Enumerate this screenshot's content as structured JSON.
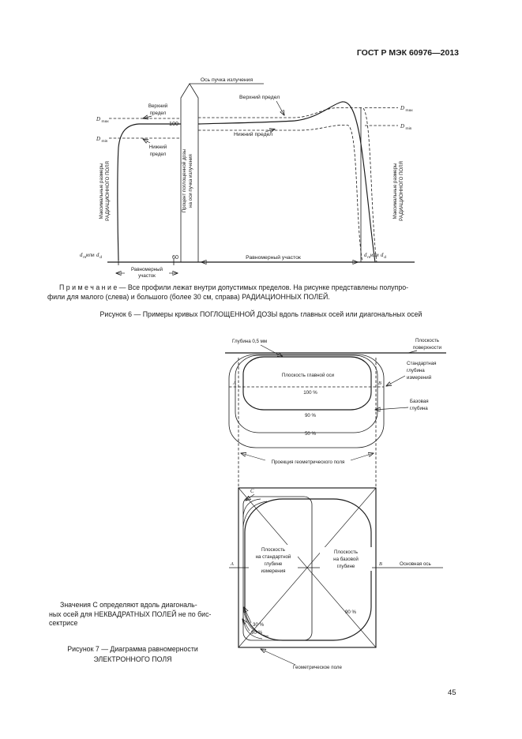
{
  "page": {
    "header": "ГОСТ Р МЭК 60976—2013",
    "number": "45"
  },
  "sym": {
    "D": "D",
    "max": "max",
    "min": "min",
    "d": "d",
    "m": "m",
    "or": "или",
    "A": "A",
    "B": "B",
    "C": "C"
  },
  "fig6": {
    "beam_axis": "Ось пучка излучения",
    "axis_col_1": "Процент поглощенной дозы",
    "axis_col_2": "на оси пучка излучения",
    "v100": "100",
    "v60": "60",
    "upper_limit_1": "Верхний",
    "upper_limit_2": "предел",
    "lower_limit_1": "Нижний",
    "lower_limit_2": "предел",
    "upper_limit": "Верхний предел",
    "lower_limit": "Нижний предел",
    "max_size_1": "Максимальные размеры",
    "max_size_2": "РАДИАЦИОННОГО ПОЛЯ",
    "uniform_1": "Равномерный",
    "uniform_2": "участок",
    "uniform": "Равномерный участок",
    "note_line1": "П р и м е ч а н и е — Все профили лежат внутри допустимых пределов. На рисунке представлены полупро-",
    "note_line2": "фили для малого (слева) и большого (более 30 см, справа) РАДИАЦИОННЫХ ПОЛЕЙ.",
    "caption": "Рисунок  6 — Примеры кривых ПОГЛОЩЕННОЙ ДОЗЫ вдоль главных осей или диагональных осей"
  },
  "fig7": {
    "depth05": "Глубина 0,5 мм",
    "surface_1": "Плоскость",
    "surface_2": "поверхности",
    "std_depth_1": "Стандартная",
    "std_depth_2": "глубина",
    "std_depth_3": "измерений",
    "base_depth_1": "Базовая",
    "base_depth_2": "глубина",
    "main_axis_plane": "Плоскость главной оси",
    "p100": "100 %",
    "p90": "90 %",
    "p50": "50 %",
    "p30": "30 %",
    "projection": "Проекция геометрического поля",
    "std_plane_1": "Плоскость",
    "std_plane_2": "на стандартной",
    "std_plane_3": "глубине",
    "std_plane_4": "измерения",
    "base_plane_1": "Плоскость",
    "base_plane_2": "на базовой",
    "base_plane_3": "глубине",
    "main_axis": "Основная ось",
    "geom_field": "Геометрическое поле",
    "note_line1": "Значения С определяют вдоль диагональ-",
    "note_line2": "ных осей для НЕКВАДРАТНЫХ ПОЛЕЙ не по бис-",
    "note_line3": "сектрисе",
    "caption_1": "Рисунок 7 — Диаграмма равномерности",
    "caption_2": "ЭЛЕКТРОННОГО ПОЛЯ"
  }
}
